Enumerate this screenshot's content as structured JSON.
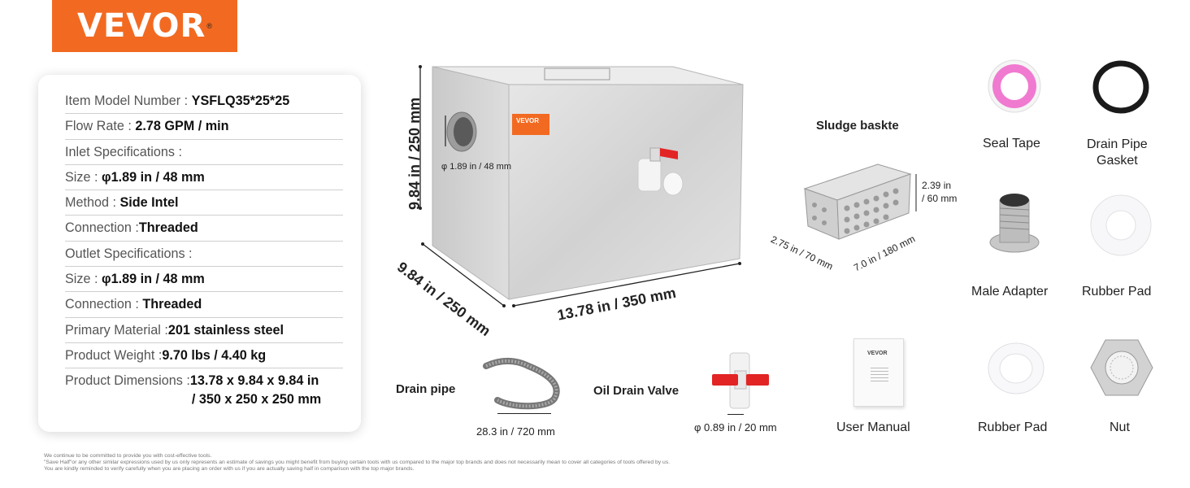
{
  "brand": {
    "logo_text": "VEVOR",
    "color": "#f26a21"
  },
  "specs": [
    {
      "label": "Item Model Number : ",
      "value": "YSFLQ35*25*25"
    },
    {
      "label": "Flow Rate : ",
      "value": "2.78 GPM / min"
    },
    {
      "label": "Inlet Specifications :",
      "value": ""
    },
    {
      "label": "Size : ",
      "value": "φ1.89 in / 48 mm"
    },
    {
      "label": "Method : ",
      "value": "Side Intel"
    },
    {
      "label": "Connection :",
      "value": "Threaded"
    },
    {
      "label": "Outlet Specifications :",
      "value": ""
    },
    {
      "label": "Size : ",
      "value": "φ1.89 in / 48 mm"
    },
    {
      "label": "Connection : ",
      "value": "Threaded"
    },
    {
      "label": "Primary Material :",
      "value": "201 stainless steel"
    },
    {
      "label": "Product Weight :",
      "value": "9.70 lbs / 4.40 kg"
    }
  ],
  "dimensions": {
    "label": "Product Dimensions :",
    "value_line1": "13.78 x 9.84 x 9.84 in",
    "value_line2": "/ 350 x 250 x 250 mm"
  },
  "tank": {
    "height_label": "9.84 in / 250 mm",
    "depth_label": "9.84 in / 250 mm",
    "width_label": "13.78 in / 350 mm",
    "inlet_label": "φ 1.89 in / 48 mm",
    "badge_text": "VEVOR"
  },
  "basket": {
    "title": "Sludge baskte",
    "height_label_1": "2.39 in",
    "height_label_2": "/ 60 mm",
    "width_label": "2.75 in / 70 mm",
    "length_label": "7.0 in / 180 mm"
  },
  "accessories": {
    "drain_pipe": {
      "name": "Drain pipe",
      "size": "28.3 in / 720 mm"
    },
    "oil_valve": {
      "name": "Oil Drain Valve",
      "size": "φ 0.89 in / 20 mm"
    },
    "manual": {
      "name": "User Manual",
      "brand": "VEVOR"
    },
    "seal_tape": {
      "name": "Seal Tape"
    },
    "gasket": {
      "name_line1": "Drain Pipe",
      "name_line2": "Gasket"
    },
    "male_adapter": {
      "name": "Male Adapter"
    },
    "rubber_pad_1": {
      "name": "Rubber Pad"
    },
    "rubber_pad_2": {
      "name": "Rubber Pad"
    },
    "nut": {
      "name": "Nut"
    }
  },
  "footer": {
    "line1": "We continue to be committed to provide you with cost-effective tools.",
    "line2": "\"Save Half\"or any other similar expressions used by us only represents an estimate of savings you might benefit from buying certain tools with us compared to the major top brands and does not necessarily mean to cover all categories of tools offered by us.",
    "line3": "You are kindly reminded to verify carefully when you are placing an order with us if you are actually saving half in comparison with the top major brands."
  }
}
